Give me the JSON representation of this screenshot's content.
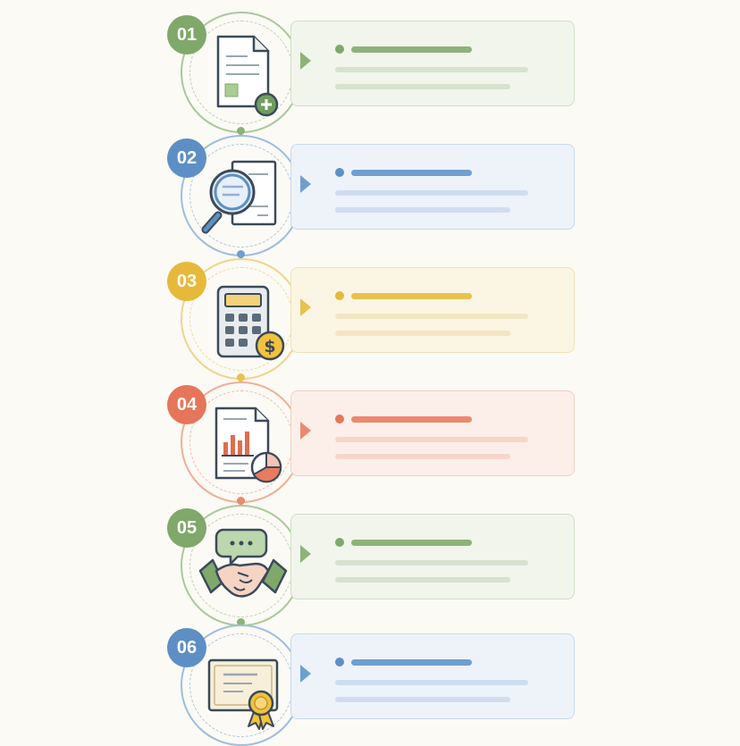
{
  "steps": [
    {
      "number": "01",
      "icon": "document-add-icon",
      "color": "#8db37a",
      "tint": "#f1f5ec",
      "line": "#d4e3c9"
    },
    {
      "number": "02",
      "icon": "document-search-icon",
      "color": "#6e9fd0",
      "tint": "#eef3fa",
      "line": "#cfe0f0"
    },
    {
      "number": "03",
      "icon": "calculator-dollar-icon",
      "color": "#e8c14f",
      "tint": "#fbf5e3",
      "line": "#f3e2b3"
    },
    {
      "number": "04",
      "icon": "report-chart-icon",
      "color": "#ec8a6f",
      "tint": "#fcefe9",
      "line": "#f5d3c6"
    },
    {
      "number": "05",
      "icon": "handshake-icon",
      "color": "#8db37a",
      "tint": "#f1f5ec",
      "line": "#d4e3c9"
    },
    {
      "number": "06",
      "icon": "certificate-icon",
      "color": "#6e9fd0",
      "tint": "#eef3fa",
      "line": "#cfe0f0"
    }
  ]
}
